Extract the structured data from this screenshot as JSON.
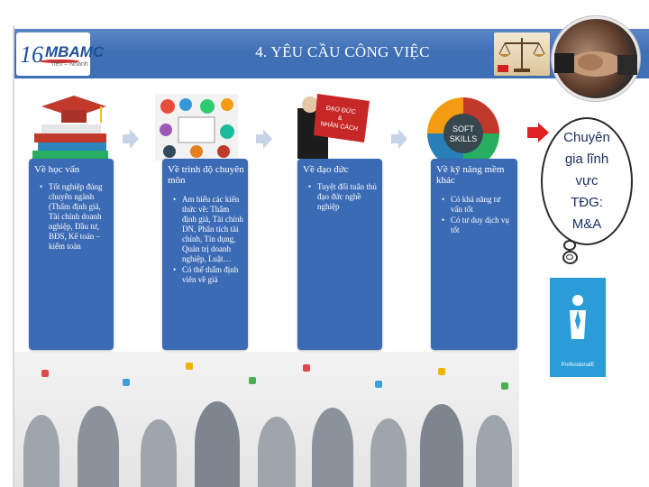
{
  "header": {
    "title": "4. YÊU CẦU CÔNG VIỆC",
    "logo": {
      "number": "16",
      "brand": "MBAMC",
      "tagline": "Tiên – Nhanh"
    }
  },
  "cards": [
    {
      "heading": "Về học vấn",
      "bullets": [
        "Tốt nghiệp đúng chuyên ngành (Thẩm định giá, Tài chính doanh nghiệp, Đầu tư, BĐS, Kế toán – kiểm toán"
      ]
    },
    {
      "heading": "Về trình độ chuyên môn",
      "bullets": [
        "Am hiểu các kiến thức về: Thẩm định giá, Tài chính DN, Phân tích tài chính, Tín dụng, Quản trị doanh nghiệp, Luật…",
        "Có thể thẩm định viên về giá"
      ]
    },
    {
      "heading": "Về đạo đức",
      "bullets": [
        "Tuyệt đối tuân thủ đạo đức nghề nghiệp"
      ]
    },
    {
      "heading": "Về kỹ năng mềm khác",
      "bullets": [
        "Có khả năng tư vấn tốt",
        "Có tư duy dịch vụ tốt"
      ]
    }
  ],
  "images": {
    "ethics_sign": "ĐẠO ĐỨC & NHÂN CÁCH",
    "soft_skills": "SOFT SKILLS",
    "tile_label": "ProfessionalE"
  },
  "callout": {
    "lines": [
      "Chuyên",
      "gia lĩnh",
      "vực",
      "TĐG:",
      "M&A"
    ]
  },
  "colors": {
    "header": "#3f6fb4",
    "card": "#3c6bb5",
    "accent_red": "#e02020",
    "tile_blue": "#2a9dd8"
  }
}
